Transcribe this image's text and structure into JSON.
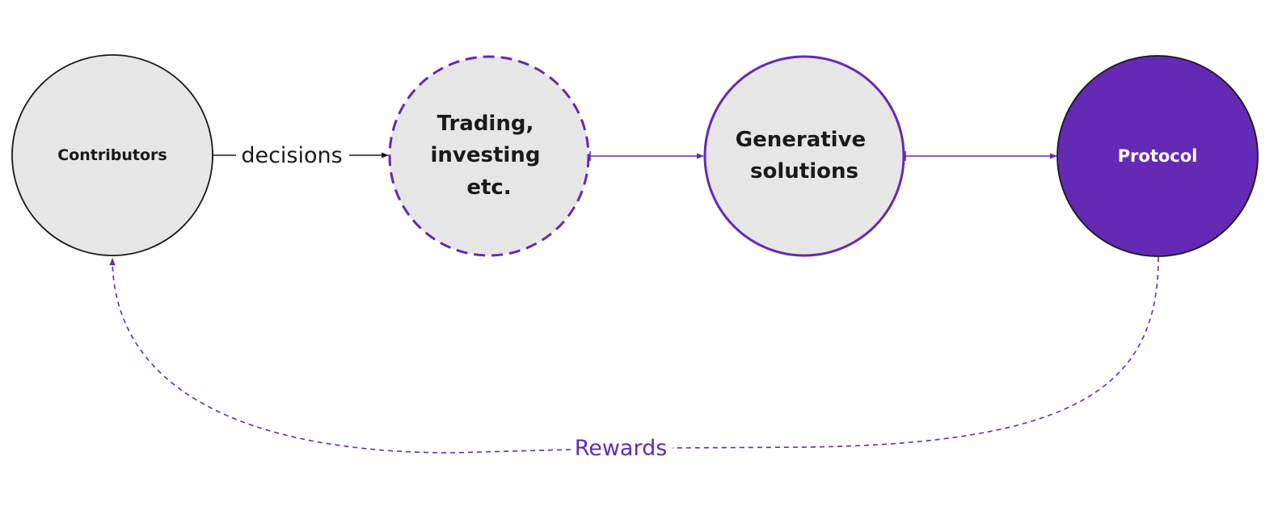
{
  "colors": {
    "node_fill": "#e6e6e6",
    "purple": "#6429b5",
    "black": "#1a1a1a",
    "white": "#ffffff"
  },
  "nodes": {
    "contributors": {
      "label": "Contributors"
    },
    "trading": {
      "lines": [
        "Trading,",
        "investing",
        "etc."
      ]
    },
    "generative": {
      "lines": [
        "Generative",
        "solutions"
      ]
    },
    "protocol": {
      "label": "Protocol"
    }
  },
  "edges": {
    "decisions_label": "decisions",
    "rewards_label": "Rewards"
  }
}
